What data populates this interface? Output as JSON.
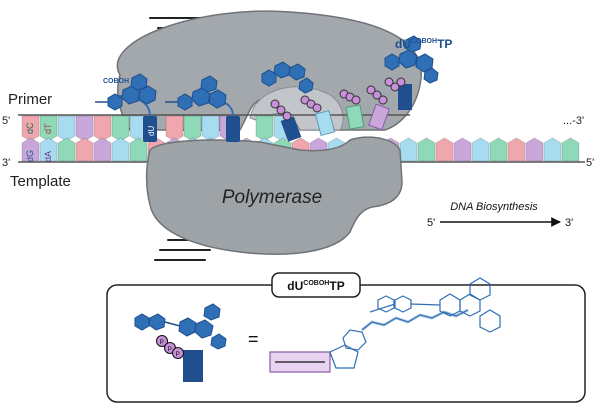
{
  "labels": {
    "primer": "Primer",
    "template": "Template",
    "polymerase": "Polymerase",
    "dna_biosynthesis": "DNA Biosynthesis",
    "five_prime": "5'",
    "three_prime": "3'",
    "primer_end_left": "5'",
    "primer_end_right": "...-3'",
    "template_end_left": "3'",
    "template_end_right": "5'",
    "coboh_small": "COBOH",
    "ppp": "P",
    "equals": "="
  },
  "legend_bases": {
    "primer": [
      "dC",
      "dT"
    ],
    "template": [
      "dG",
      "dA"
    ],
    "incorporated": "dU"
  },
  "nucleotide_top": {
    "base": "dU",
    "superscript": "COBOH",
    "suffix": "TP"
  },
  "bottom_box": {
    "title_base": "dU",
    "title_sup": "COBOH",
    "title_suffix": "TP"
  },
  "colors": {
    "polymerase": "#9ea3a8",
    "polymerase_dark": "#7d8287",
    "strand_line": "#555555",
    "base_green": "#8fd9b8",
    "base_blue": "#a7dbf0",
    "base_purple": "#c9a7db",
    "base_pink": "#f0a6ad",
    "modified_dark": "#1f4f8f",
    "modified_mid": "#2f6fb5",
    "phosphate": "#c890d8"
  }
}
